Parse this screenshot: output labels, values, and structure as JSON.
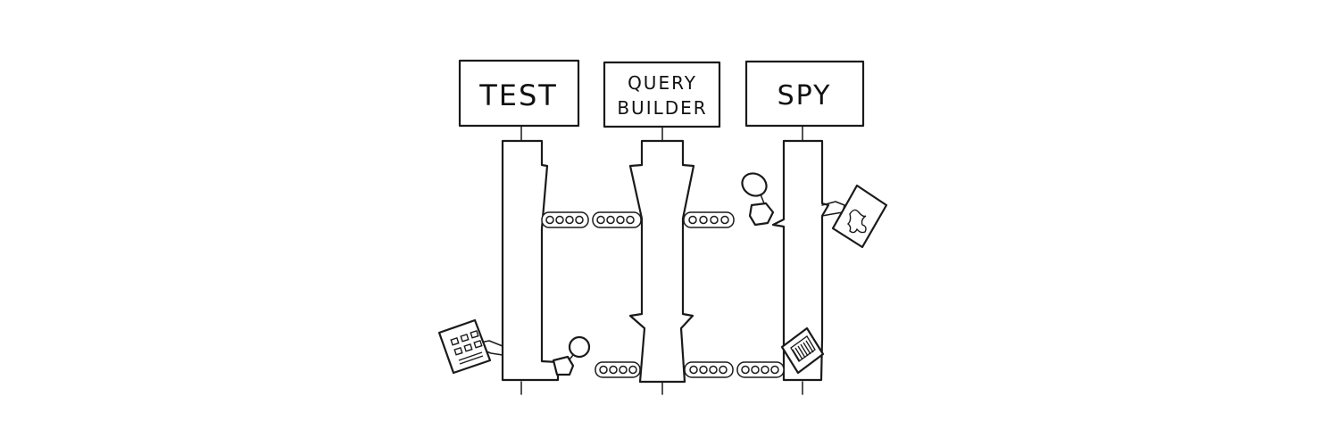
{
  "actors": [
    {
      "id": "test",
      "lines": [
        "TEST"
      ]
    },
    {
      "id": "query-builder",
      "lines": [
        "QUERY",
        "BUILDER"
      ]
    },
    {
      "id": "spy",
      "lines": [
        "SPY"
      ]
    }
  ],
  "colors": {
    "ink": "#1a1a1a",
    "background": "#ffffff"
  },
  "icons": [
    "document-icon",
    "magnifier-icon",
    "conveyor-belt-icon",
    "hand-icon"
  ]
}
